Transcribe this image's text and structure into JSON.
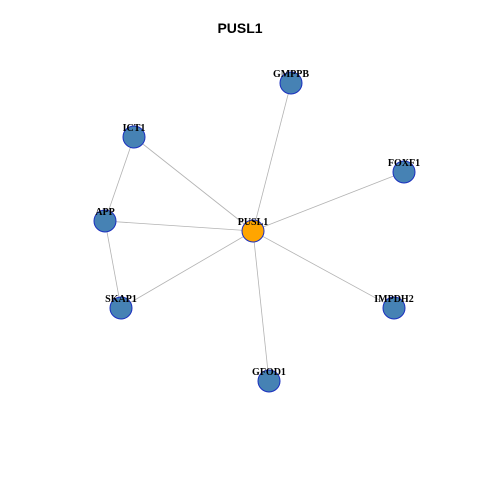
{
  "title": "PUSL1",
  "colors": {
    "center_node": "#ffa500",
    "neighbor_node": "#4682b4",
    "node_border": "#1a2fbf",
    "edge": "#b3b3b3"
  },
  "nodes": [
    {
      "id": "PUSL1",
      "label": "PUSL1",
      "role": "center"
    },
    {
      "id": "GMPPB",
      "label": "GMPPB",
      "role": "neighbor"
    },
    {
      "id": "ICT1",
      "label": "ICT1",
      "role": "neighbor"
    },
    {
      "id": "FOXF1",
      "label": "FOXF1",
      "role": "neighbor"
    },
    {
      "id": "APP",
      "label": "APP",
      "role": "neighbor"
    },
    {
      "id": "SKAP1",
      "label": "SKAP1",
      "role": "neighbor"
    },
    {
      "id": "IMPDH2",
      "label": "IMPDH2",
      "role": "neighbor"
    },
    {
      "id": "GFOD1",
      "label": "GFOD1",
      "role": "neighbor"
    }
  ],
  "edges": [
    [
      "PUSL1",
      "GMPPB"
    ],
    [
      "PUSL1",
      "ICT1"
    ],
    [
      "PUSL1",
      "FOXF1"
    ],
    [
      "PUSL1",
      "APP"
    ],
    [
      "PUSL1",
      "SKAP1"
    ],
    [
      "PUSL1",
      "IMPDH2"
    ],
    [
      "PUSL1",
      "GFOD1"
    ],
    [
      "ICT1",
      "APP"
    ],
    [
      "APP",
      "SKAP1"
    ]
  ]
}
